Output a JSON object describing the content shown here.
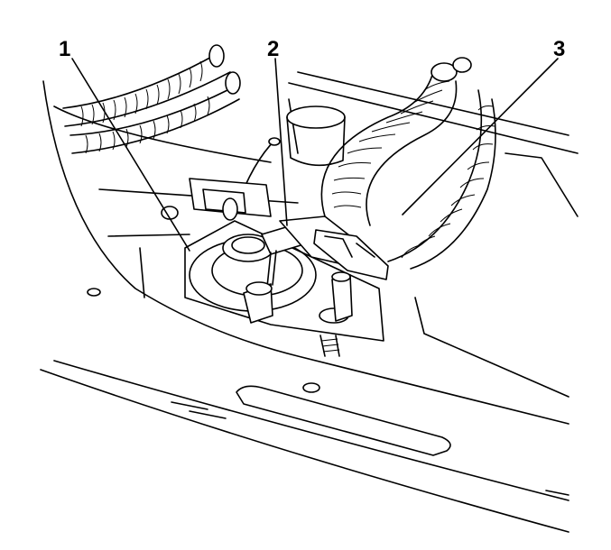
{
  "diagram": {
    "callouts": [
      {
        "id": "callout-1",
        "label": "1"
      },
      {
        "id": "callout-2",
        "label": "2"
      },
      {
        "id": "callout-3",
        "label": "3"
      }
    ],
    "colors": {
      "line": "#000000",
      "background": "#ffffff"
    }
  }
}
